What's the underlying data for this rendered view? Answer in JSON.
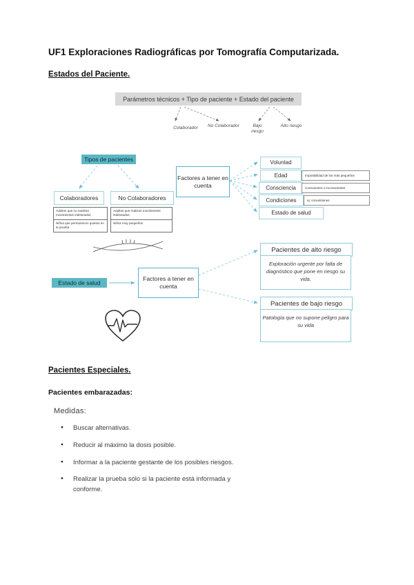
{
  "document": {
    "title": "UF1 Exploraciones Radiográficas por Tomografía Computarizada.",
    "section_estados": "Estados del Paciente.",
    "section_especiales": "Pacientes Especiales.",
    "subheading_embarazadas": "Pacientes embarazadas:",
    "medidas_label": "Medidas:",
    "medidas_bullets": [
      "Buscar alternativas.",
      "Reducir al máximo la dosis posible.",
      "Informar a la paciente gestante de los posibles riesgos.",
      "Realizar la prueba sólo si la paciente está informada y conforme."
    ]
  },
  "formula_diagram": {
    "formula": "Parámetros técnicos + Tipo de paciente + Estado del paciente",
    "branches": [
      "Colaborador",
      "No Colaborador",
      "Bajo riesgo",
      "Alto riesgo"
    ]
  },
  "tipos_diagram": {
    "root_label": "Tipos de pacientes",
    "colaboradores": {
      "label": "Colaboradores",
      "notes": [
        "Adultos que no realizan movimientos indeseados",
        "Niños que permanecen quietos en la prueba"
      ]
    },
    "no_colaboradores": {
      "label": "No Colaboradores",
      "notes": [
        "Adultos que realizan movimientos indeseados",
        "Niños muy pequeños"
      ]
    },
    "factores_label": "Factores a tener en cuenta",
    "factores": [
      {
        "label": "Voluntad",
        "note": ""
      },
      {
        "label": "Edad",
        "note": "Imposibilidad de los más pequeños"
      },
      {
        "label": "Consciencia",
        "note": "Conscientes o inconscientes"
      },
      {
        "label": "Condiciones",
        "note": "ej: convulsiones"
      },
      {
        "label": "Estado de salud",
        "note": ""
      }
    ]
  },
  "salud_diagram": {
    "root_label": "Estado de salud",
    "factores_label": "Factores a tener en cuenta",
    "alto_riesgo": {
      "title": "Pacientes de alto riesgo",
      "desc": "Exploración urgente por falta de diagnóstico que pone en riesgo su vida."
    },
    "bajo_riesgo": {
      "title": "Pacientes de bajo riesgo",
      "desc": "Patología que no supone peligro para su vida"
    }
  },
  "colors": {
    "highlight_teal": "#5bb7c5",
    "box_border_light": "#9fd2de",
    "box_border_strong": "#58aecd",
    "connector_teal": "#8fcfdd",
    "connector_gray": "#888888",
    "formula_bg": "#d9d9d9"
  }
}
